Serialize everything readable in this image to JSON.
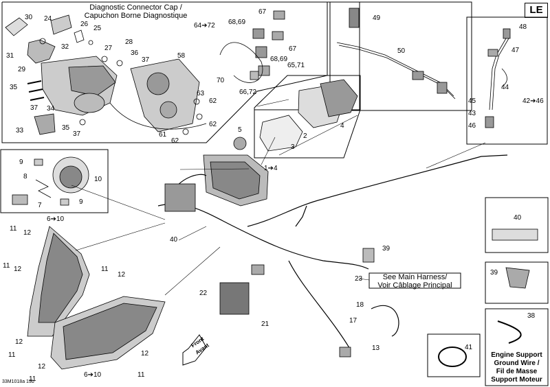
{
  "badge": "LE",
  "diag_title": [
    "Diagnostic Connector Cap /",
    "Capuchon Borne Diagnostique"
  ],
  "main_harness": [
    "See Main Harness/",
    "Voir Câblage Principal"
  ],
  "ground_wire": [
    "Engine Support",
    "Ground Wire /",
    "Fil de Masse",
    "Support Moteur"
  ],
  "front": [
    "Front",
    "Avant"
  ],
  "figure_code": "33M1018a 19b",
  "callouts": [
    {
      "id": "c30",
      "t": "30"
    },
    {
      "id": "c24",
      "t": "24"
    },
    {
      "id": "c26",
      "t": "26"
    },
    {
      "id": "c25",
      "t": "25"
    },
    {
      "id": "c31",
      "t": "31"
    },
    {
      "id": "c32",
      "t": "32"
    },
    {
      "id": "c27",
      "t": "27"
    },
    {
      "id": "c28",
      "t": "28"
    },
    {
      "id": "c36",
      "t": "36"
    },
    {
      "id": "c37a",
      "t": "37"
    },
    {
      "id": "c29",
      "t": "29"
    },
    {
      "id": "c58",
      "t": "58"
    },
    {
      "id": "c35a",
      "t": "35"
    },
    {
      "id": "c37b",
      "t": "37"
    },
    {
      "id": "c34",
      "t": "34"
    },
    {
      "id": "c63",
      "t": "63"
    },
    {
      "id": "c62a",
      "t": "62"
    },
    {
      "id": "c33",
      "t": "33"
    },
    {
      "id": "c35b",
      "t": "35"
    },
    {
      "id": "c37c",
      "t": "37"
    },
    {
      "id": "c61",
      "t": "61"
    },
    {
      "id": "c62b",
      "t": "62"
    },
    {
      "id": "c62c",
      "t": "62"
    },
    {
      "id": "c64",
      "t": "64➔72"
    },
    {
      "id": "c6869a",
      "t": "68,69"
    },
    {
      "id": "c67a",
      "t": "67"
    },
    {
      "id": "c67b",
      "t": "67"
    },
    {
      "id": "c6869b",
      "t": "68,69"
    },
    {
      "id": "c6571",
      "t": "65,71"
    },
    {
      "id": "c70",
      "t": "70"
    },
    {
      "id": "c6672",
      "t": "66,72"
    },
    {
      "id": "c49",
      "t": "49"
    },
    {
      "id": "c50",
      "t": "50"
    },
    {
      "id": "c2",
      "t": "2"
    },
    {
      "id": "c4",
      "t": "4"
    },
    {
      "id": "c5",
      "t": "5"
    },
    {
      "id": "c3",
      "t": "3"
    },
    {
      "id": "c48",
      "t": "48"
    },
    {
      "id": "c47",
      "t": "47"
    },
    {
      "id": "c44",
      "t": "44"
    },
    {
      "id": "c45",
      "t": "45"
    },
    {
      "id": "c4246",
      "t": "42➔46"
    },
    {
      "id": "c43",
      "t": "43"
    },
    {
      "id": "c46",
      "t": "46"
    },
    {
      "id": "c14",
      "t": "1➔4"
    },
    {
      "id": "c9a",
      "t": "9"
    },
    {
      "id": "c10",
      "t": "10"
    },
    {
      "id": "c8",
      "t": "8"
    },
    {
      "id": "c7",
      "t": "7"
    },
    {
      "id": "c9b",
      "t": "9"
    },
    {
      "id": "c610a",
      "t": "6➔10"
    },
    {
      "id": "c11a",
      "t": "11"
    },
    {
      "id": "c12a",
      "t": "12"
    },
    {
      "id": "c40a",
      "t": "40"
    },
    {
      "id": "c40b",
      "t": "40"
    },
    {
      "id": "c11b",
      "t": "11"
    },
    {
      "id": "c12b",
      "t": "12"
    },
    {
      "id": "c11c",
      "t": "11"
    },
    {
      "id": "c12c",
      "t": "12"
    },
    {
      "id": "c39a",
      "t": "39"
    },
    {
      "id": "c39b",
      "t": "39"
    },
    {
      "id": "c22",
      "t": "22"
    },
    {
      "id": "c23",
      "t": "23"
    },
    {
      "id": "c18",
      "t": "18"
    },
    {
      "id": "c17",
      "t": "17"
    },
    {
      "id": "c21",
      "t": "21"
    },
    {
      "id": "c12d",
      "t": "12"
    },
    {
      "id": "c12e",
      "t": "12"
    },
    {
      "id": "c11d",
      "t": "11"
    },
    {
      "id": "c13",
      "t": "13"
    },
    {
      "id": "c41",
      "t": "41"
    },
    {
      "id": "c12f",
      "t": "12"
    },
    {
      "id": "c11e",
      "t": "11"
    },
    {
      "id": "c11f",
      "t": "11"
    },
    {
      "id": "c610b",
      "t": "6➔10"
    },
    {
      "id": "c38",
      "t": "38"
    }
  ]
}
